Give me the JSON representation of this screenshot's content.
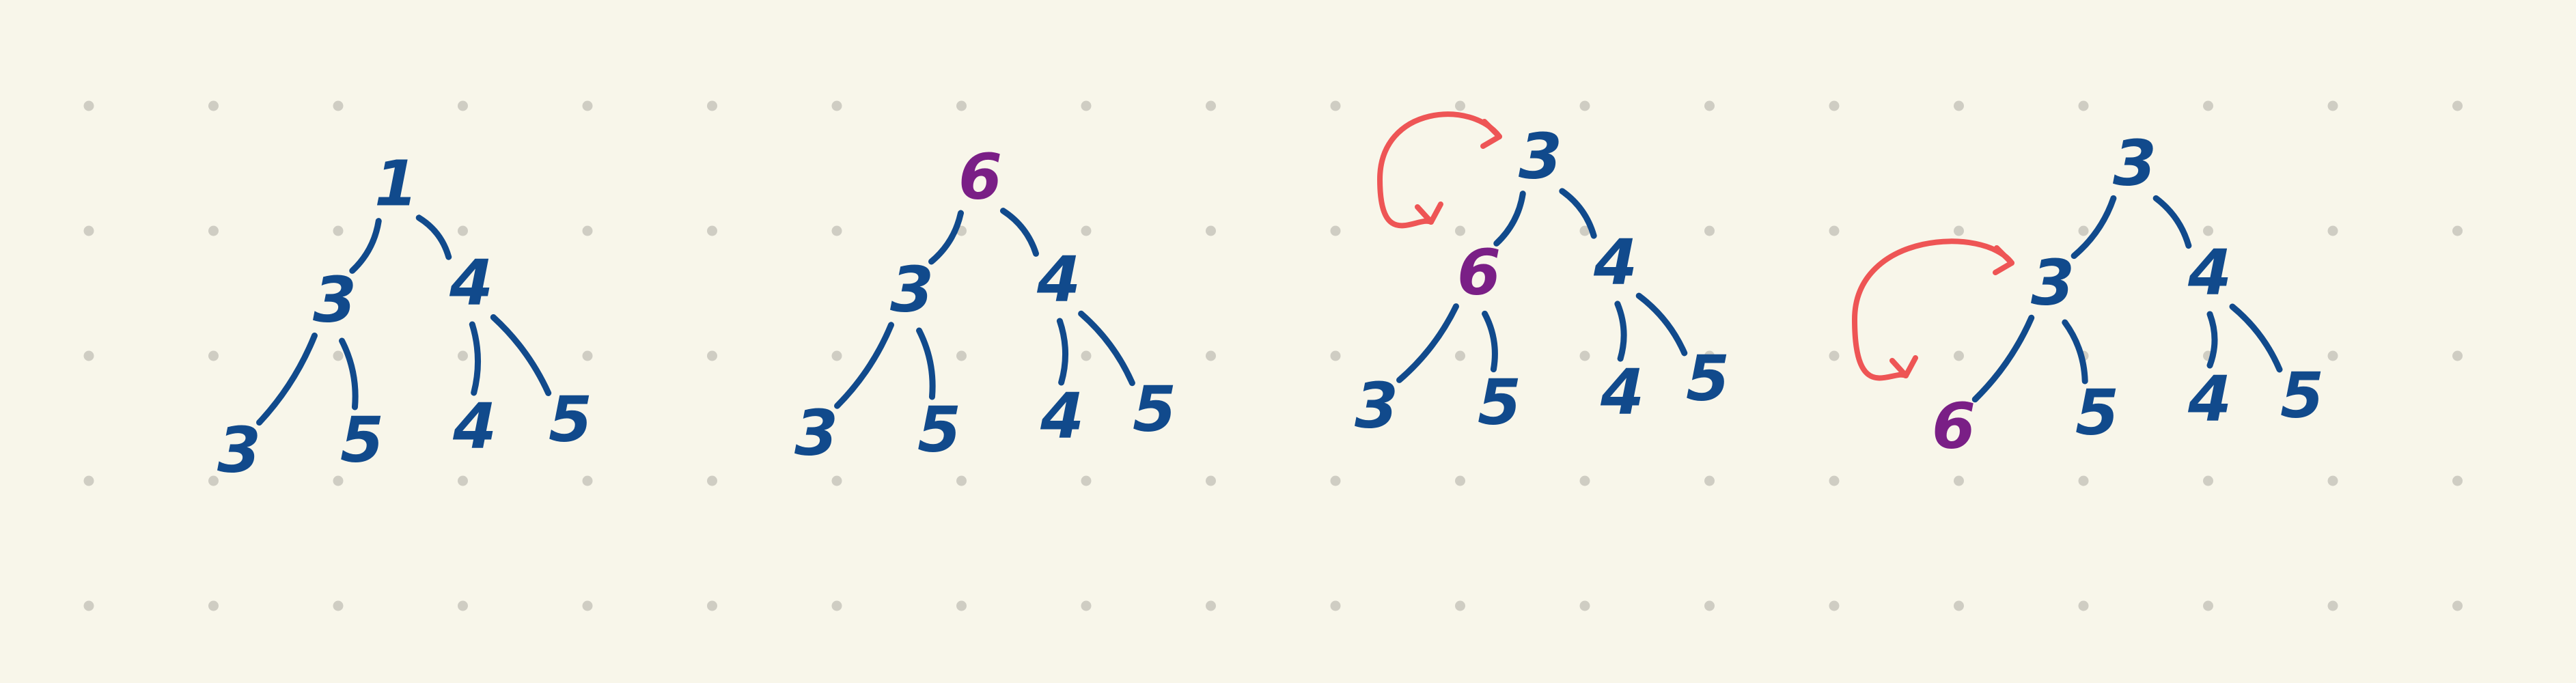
{
  "colors": {
    "background": "#f8f6ea",
    "grid_dot": "#cfcdc3",
    "ink": "#114a8c",
    "highlight": "#7a1f86",
    "arrow": "#ee5555"
  },
  "trees": [
    {
      "id": "tree-1",
      "nodes": [
        {
          "id": "root",
          "label": "1",
          "color": "ink"
        },
        {
          "id": "l",
          "label": "3",
          "color": "ink"
        },
        {
          "id": "r",
          "label": "4",
          "color": "ink"
        },
        {
          "id": "ll",
          "label": "3",
          "color": "ink"
        },
        {
          "id": "lr",
          "label": "5",
          "color": "ink"
        },
        {
          "id": "rl",
          "label": "4",
          "color": "ink"
        },
        {
          "id": "rr",
          "label": "5",
          "color": "ink"
        }
      ]
    },
    {
      "id": "tree-2",
      "nodes": [
        {
          "id": "root",
          "label": "6",
          "color": "highlight"
        },
        {
          "id": "l",
          "label": "3",
          "color": "ink"
        },
        {
          "id": "r",
          "label": "4",
          "color": "ink"
        },
        {
          "id": "ll",
          "label": "3",
          "color": "ink"
        },
        {
          "id": "lr",
          "label": "5",
          "color": "ink"
        },
        {
          "id": "rl",
          "label": "4",
          "color": "ink"
        },
        {
          "id": "rr",
          "label": "5",
          "color": "ink"
        }
      ]
    },
    {
      "id": "tree-3",
      "nodes": [
        {
          "id": "root",
          "label": "3",
          "color": "ink"
        },
        {
          "id": "l",
          "label": "6",
          "color": "highlight"
        },
        {
          "id": "r",
          "label": "4",
          "color": "ink"
        },
        {
          "id": "ll",
          "label": "3",
          "color": "ink"
        },
        {
          "id": "lr",
          "label": "5",
          "color": "ink"
        },
        {
          "id": "rl",
          "label": "4",
          "color": "ink"
        },
        {
          "id": "rr",
          "label": "5",
          "color": "ink"
        }
      ]
    },
    {
      "id": "tree-4",
      "nodes": [
        {
          "id": "root",
          "label": "3",
          "color": "ink"
        },
        {
          "id": "l",
          "label": "3",
          "color": "ink"
        },
        {
          "id": "r",
          "label": "4",
          "color": "ink"
        },
        {
          "id": "ll",
          "label": "6",
          "color": "highlight"
        },
        {
          "id": "lr",
          "label": "5",
          "color": "ink"
        },
        {
          "id": "rl",
          "label": "4",
          "color": "ink"
        },
        {
          "id": "rr",
          "label": "5",
          "color": "ink"
        }
      ]
    }
  ],
  "swap_arrows": [
    {
      "tree": "tree-3",
      "between": [
        "root",
        "l"
      ],
      "color": "arrow"
    },
    {
      "tree": "tree-4",
      "between": [
        "l",
        "ll"
      ],
      "color": "arrow"
    }
  ]
}
